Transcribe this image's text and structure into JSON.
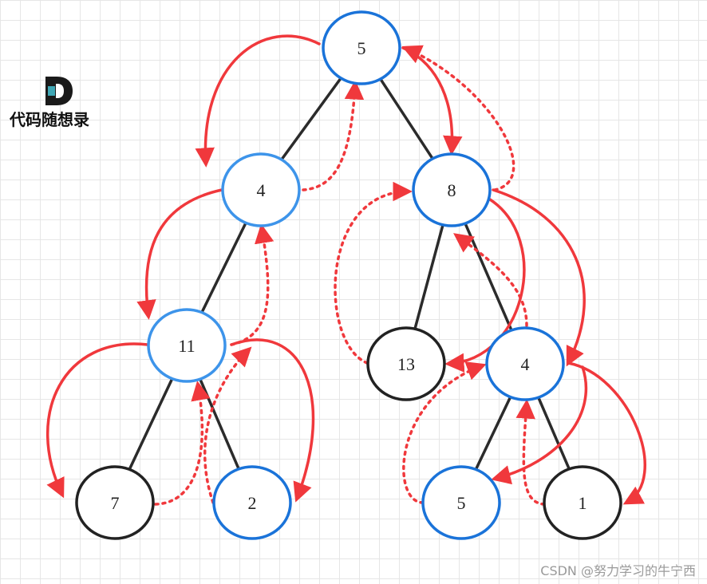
{
  "logo": {
    "text": "代码随想录"
  },
  "watermark": "CSDN @努力学习的牛宁西",
  "colors": {
    "edge": "#2b2b2b",
    "node_blue": "#1a73d9",
    "node_light_blue": "#3d94ea",
    "node_black": "#222222",
    "arrow": "#f0383c"
  },
  "nodes": [
    {
      "id": "root",
      "label": "5",
      "style": "blue"
    },
    {
      "id": "l",
      "label": "4",
      "style": "light"
    },
    {
      "id": "r",
      "label": "8",
      "style": "blue"
    },
    {
      "id": "ll",
      "label": "11",
      "style": "light"
    },
    {
      "id": "rl",
      "label": "13",
      "style": "black"
    },
    {
      "id": "rr",
      "label": "4",
      "style": "blue"
    },
    {
      "id": "lll",
      "label": "7",
      "style": "black"
    },
    {
      "id": "llr",
      "label": "2",
      "style": "blue"
    },
    {
      "id": "rrl",
      "label": "5",
      "style": "blue"
    },
    {
      "id": "rrr",
      "label": "1",
      "style": "black"
    }
  ],
  "edges": [
    [
      "root",
      "l"
    ],
    [
      "root",
      "r"
    ],
    [
      "l",
      "ll"
    ],
    [
      "r",
      "rl"
    ],
    [
      "r",
      "rr"
    ],
    [
      "ll",
      "lll"
    ],
    [
      "ll",
      "llr"
    ],
    [
      "rr",
      "rrl"
    ],
    [
      "rr",
      "rrr"
    ]
  ]
}
